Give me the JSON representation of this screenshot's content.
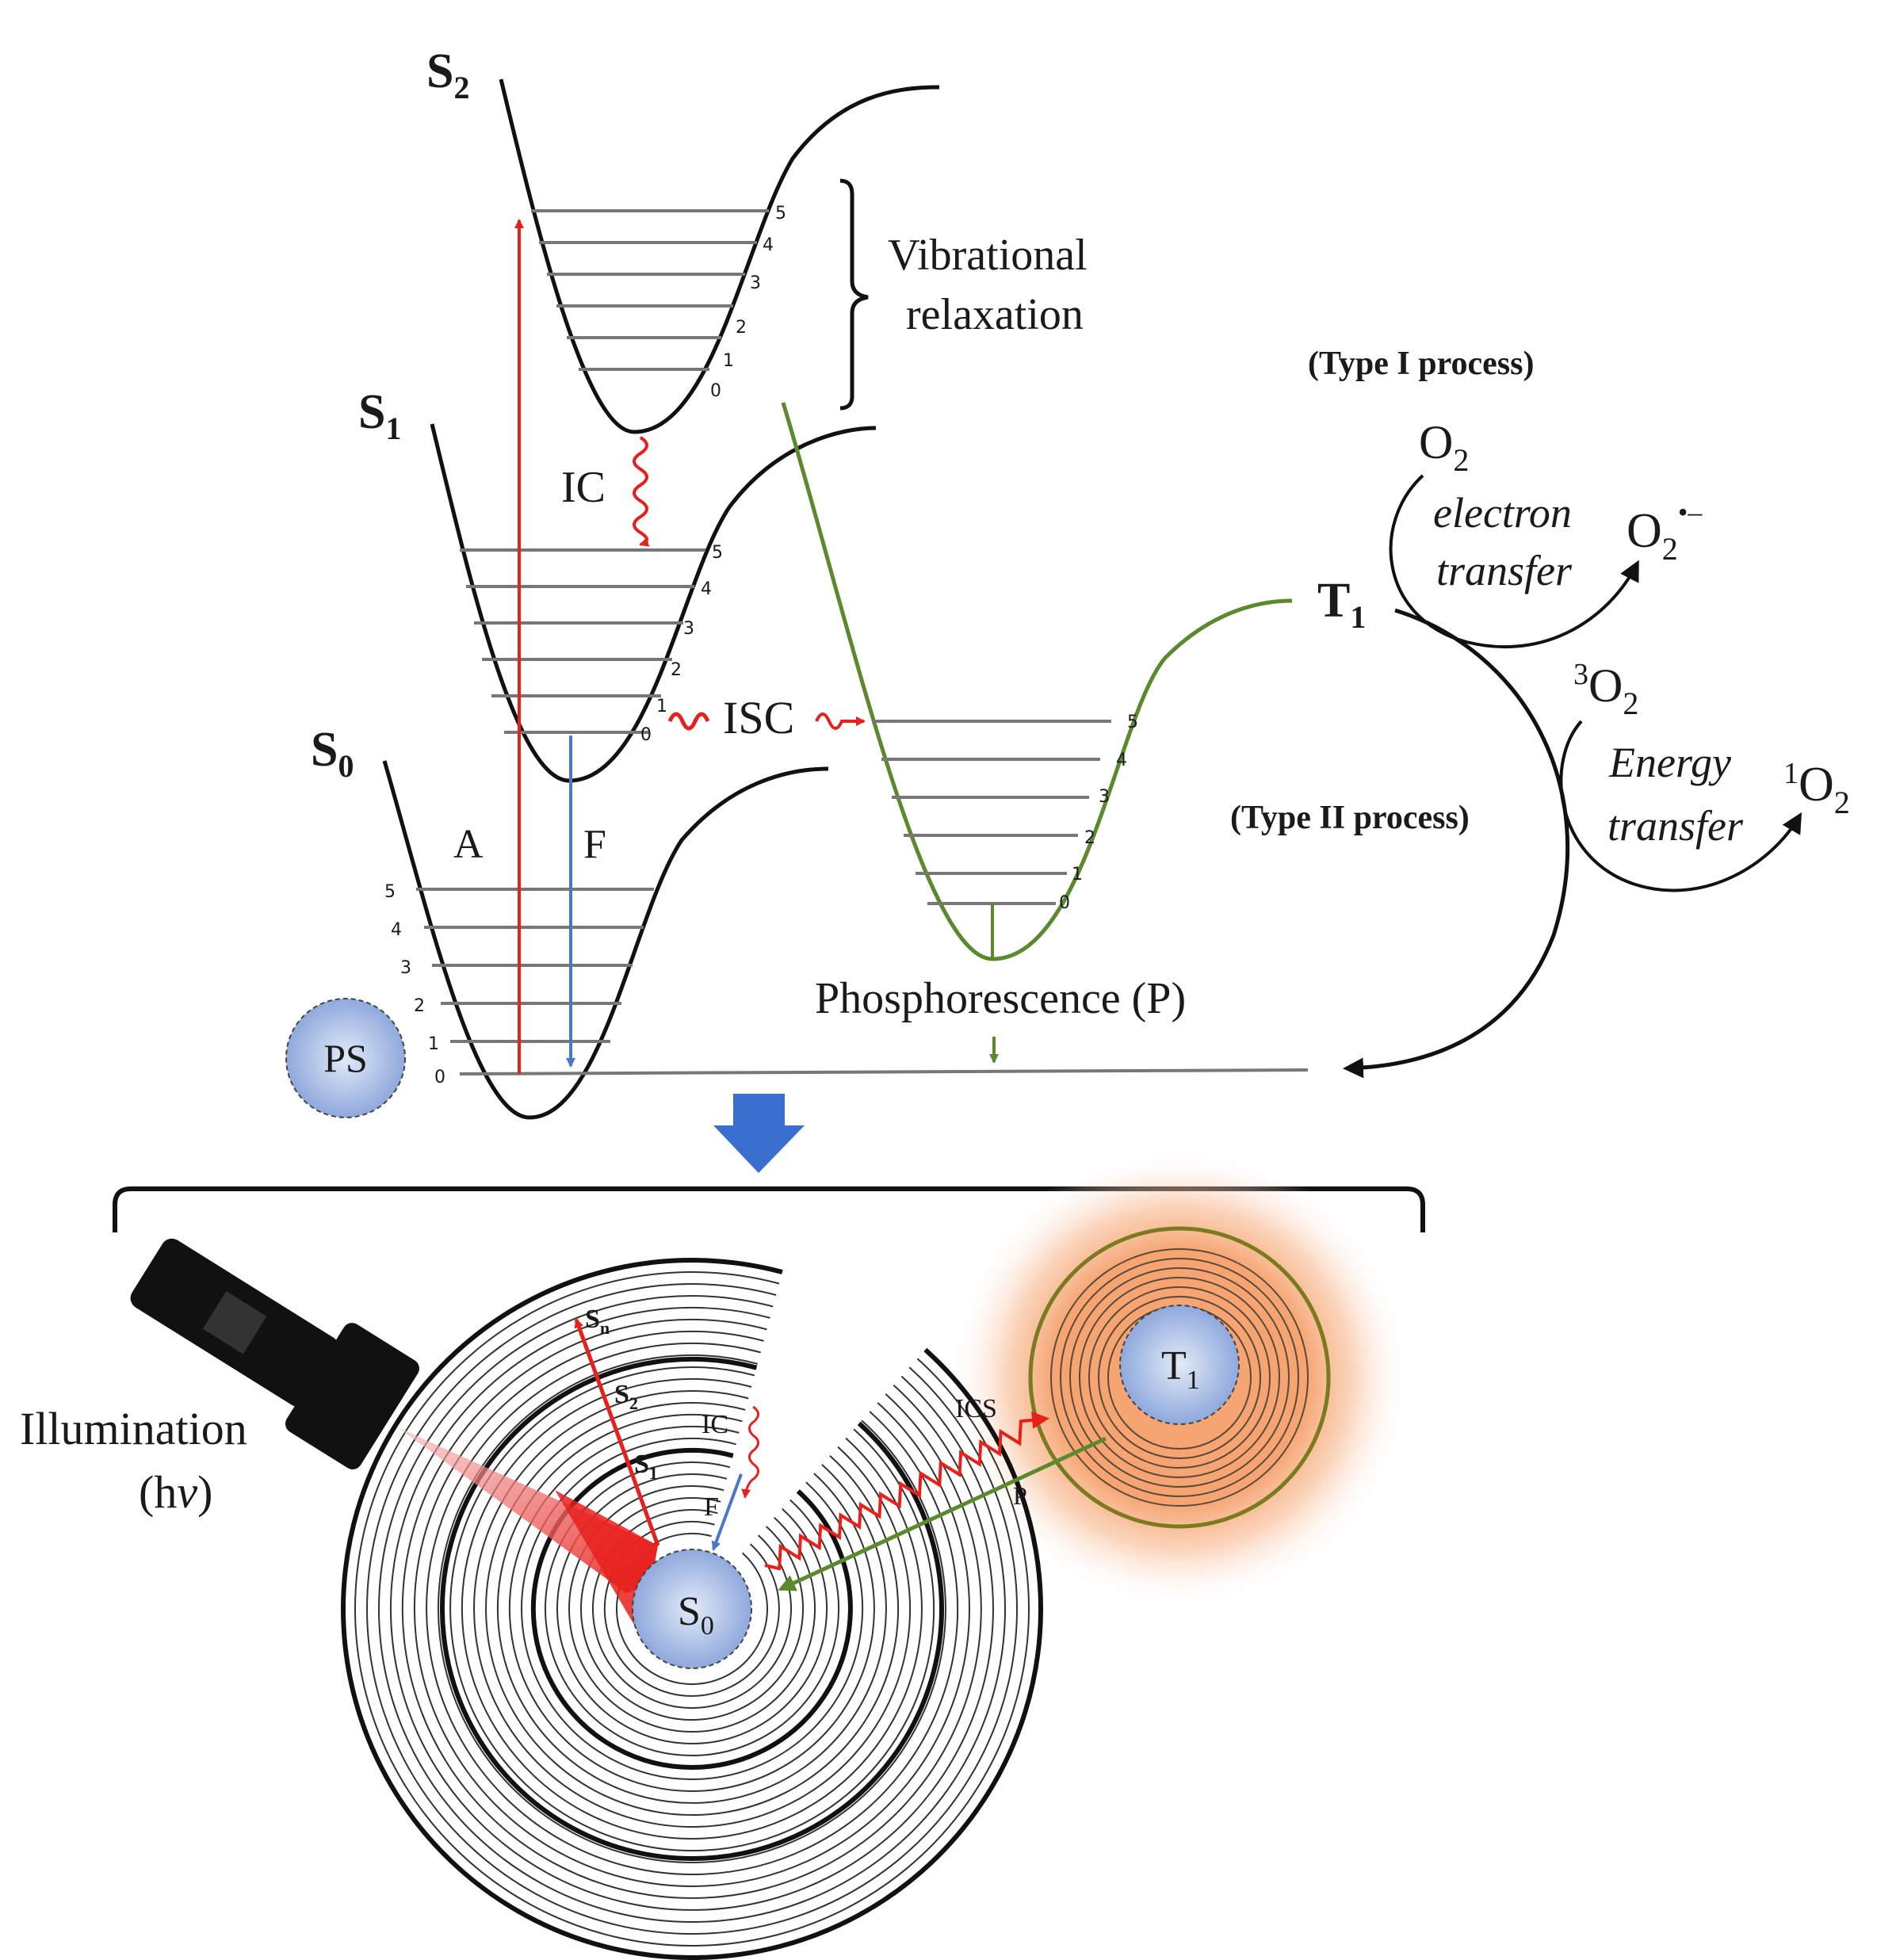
{
  "states": {
    "s2": {
      "main": "S",
      "sub": "2"
    },
    "s1": {
      "main": "S",
      "sub": "1"
    },
    "s0": {
      "main": "S",
      "sub": "0"
    },
    "t1": {
      "main": "T",
      "sub": "1"
    }
  },
  "vib_levels": [
    "0",
    "1",
    "2",
    "3",
    "4",
    "5"
  ],
  "labels": {
    "vibrational": "Vibrational",
    "relaxation": "relaxation",
    "ic": "IC",
    "isc": "ISC",
    "absorption": "A",
    "fluorescence": "F",
    "phosphorescence": "Phosphorescence (P)",
    "ps": "PS",
    "type1": "(Type I process)",
    "type2": "(Type II process)",
    "electron": "electron",
    "transfer": "transfer",
    "energy": "Energy",
    "energy_transfer": "transfer",
    "illumination": "Illumination",
    "hv_open": "(h",
    "hv_nu": "v",
    "hv_close": ")"
  },
  "oxygen": {
    "o2": {
      "main": "O",
      "sub": "2"
    },
    "superoxide": {
      "main": "O",
      "sub": "2",
      "sup": "•–"
    },
    "triplet": {
      "pre": "3",
      "main": "O",
      "sub": "2"
    },
    "singlet": {
      "pre": "1",
      "main": "O",
      "sub": "2"
    }
  },
  "bottom": {
    "sn": {
      "main": "S",
      "sub": "n"
    },
    "s2": {
      "main": "S",
      "sub": "2"
    },
    "s1": {
      "main": "S",
      "sub": "1"
    },
    "s0": {
      "main": "S",
      "sub": "0"
    },
    "t1": {
      "main": "T",
      "sub": "1"
    },
    "ic": "IC",
    "f": "F",
    "ics": "ICS",
    "p": "P"
  },
  "colors": {
    "absorption": "#e8201c",
    "fluorescence": "#4a78c8",
    "triplet": "#5b8a2e",
    "orb_fill": "#b4c6ea",
    "arrow_blue": "#3a6fcf",
    "glow": "#f4a06a"
  }
}
